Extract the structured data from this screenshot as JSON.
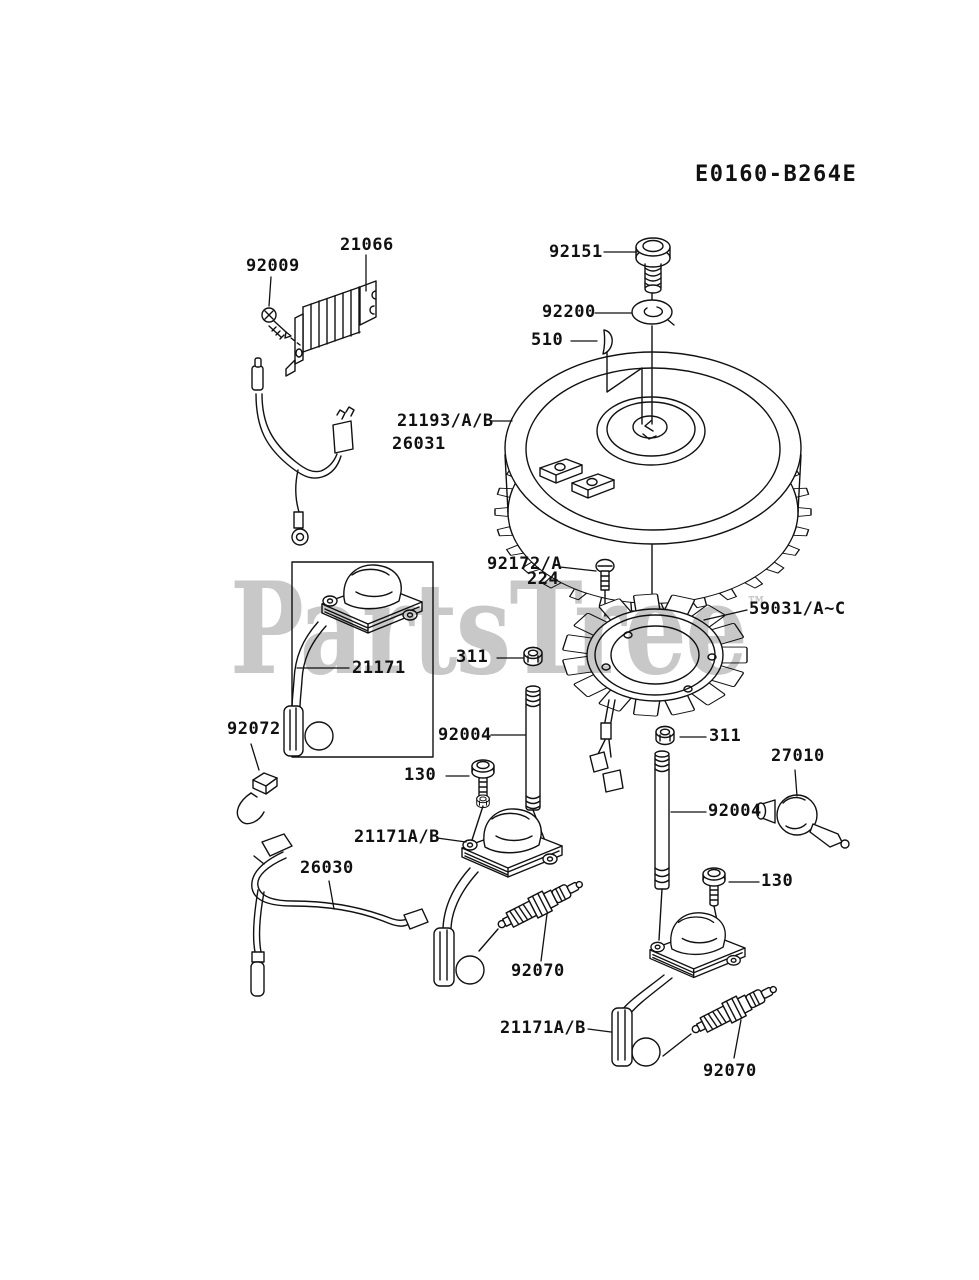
{
  "diagram": {
    "code": "E0160-B264E",
    "watermark": {
      "text": "PartsTree",
      "tm": "™"
    },
    "colors": {
      "line": "#111111",
      "watermark": "#c8c8c8",
      "background": "#ffffff"
    },
    "labels": [
      {
        "id": "screw-92009",
        "text": "92009"
      },
      {
        "id": "regulator-21066",
        "text": "21066"
      },
      {
        "id": "bolt-92151",
        "text": "92151"
      },
      {
        "id": "washer-92200",
        "text": "92200"
      },
      {
        "id": "key-510",
        "text": "510"
      },
      {
        "id": "flywheel-21193",
        "text": "21193/A/B"
      },
      {
        "id": "flywheel-26031",
        "text": "26031"
      },
      {
        "id": "screw-92172",
        "text": "92172/A"
      },
      {
        "id": "screw-224",
        "text": "224"
      },
      {
        "id": "stator-59031",
        "text": "59031/A~C"
      },
      {
        "id": "nut-311-left",
        "text": "311"
      },
      {
        "id": "coil-21171",
        "text": "21171"
      },
      {
        "id": "clip-92072",
        "text": "92072"
      },
      {
        "id": "stud-92004-left",
        "text": "92004"
      },
      {
        "id": "bolt-130-left",
        "text": "130"
      },
      {
        "id": "nut-311-right",
        "text": "311"
      },
      {
        "id": "switch-27010",
        "text": "27010"
      },
      {
        "id": "stud-92004-right",
        "text": "92004"
      },
      {
        "id": "coil-21171ab-mid",
        "text": "21171A/B"
      },
      {
        "id": "harness-26030",
        "text": "26030"
      },
      {
        "id": "bolt-130-right",
        "text": "130"
      },
      {
        "id": "plug-92070-mid",
        "text": "92070"
      },
      {
        "id": "coil-21171ab-bottom",
        "text": "21171A/B"
      },
      {
        "id": "plug-92070-bottom",
        "text": "92070"
      }
    ]
  }
}
